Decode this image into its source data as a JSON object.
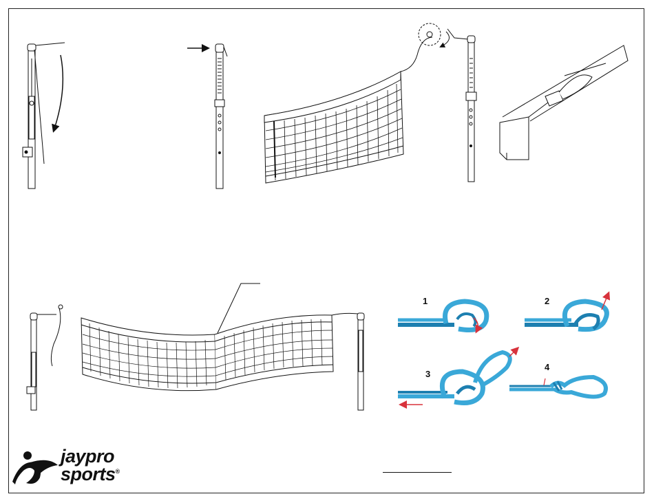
{
  "steps": {
    "s1": "1",
    "s2": "2",
    "s3": "3",
    "s4": "4"
  },
  "logo": {
    "line1": "jaypro",
    "line2": "sports",
    "mark": "®"
  },
  "colors": {
    "rope": "#3aa8d8",
    "rope_dark": "#1d7fb0",
    "arrow": "#d8323c",
    "ink": "#111111"
  },
  "icons": [
    "pole-drawing",
    "net-drawing",
    "knot-diagram",
    "jaypro-logo-icon"
  ]
}
